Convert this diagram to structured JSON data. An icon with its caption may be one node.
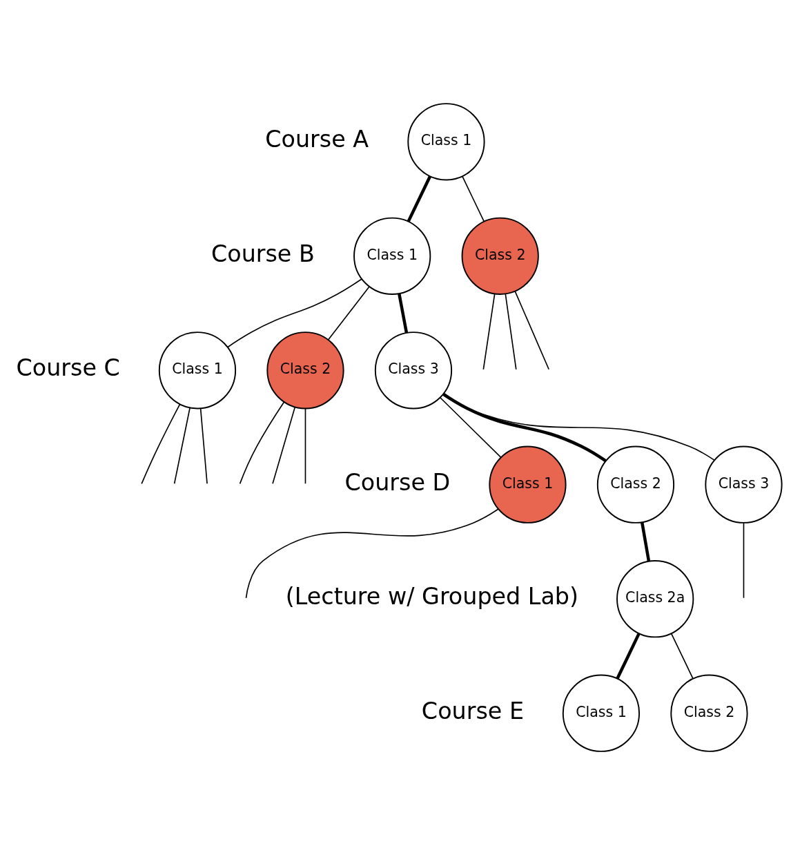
{
  "diagram": {
    "nodes": [
      {
        "text": [
          "Class 1"
        ]
      },
      {
        "text": [
          "Class 1"
        ]
      },
      {
        "text": [
          "Class 2"
        ]
      },
      {
        "text": [
          "Class 1"
        ]
      },
      {
        "text": [
          "Class 2"
        ]
      },
      {
        "text": [
          "Class 3"
        ]
      },
      {
        "text": [
          "Class 1"
        ]
      },
      {
        "text": [
          "Class 2"
        ]
      },
      {
        "text": [
          "Class 3"
        ]
      },
      {
        "text": [
          "Class 2a"
        ]
      },
      {
        "text": [
          "Class 1"
        ]
      },
      {
        "text": [
          "Class 2"
        ]
      }
    ],
    "edges": [
      {
        "from": 0,
        "to": 1,
        "arrow": "none",
        "style": "thick"
      },
      {
        "from": 0,
        "to": 2,
        "arrow": "none"
      },
      {
        "from": 1,
        "to": 3,
        "arrow": "none"
      },
      {
        "from": 1,
        "to": 4,
        "arrow": "none"
      },
      {
        "from": 1,
        "to": 5,
        "arrow": "none",
        "style": "thick"
      },
      {
        "from": 2,
        "to": null,
        "arrow": "none"
      },
      {
        "from": 2,
        "to": null,
        "arrow": "none"
      },
      {
        "from": 2,
        "to": null,
        "arrow": "none"
      },
      {
        "from": 3,
        "to": null,
        "arrow": "none"
      },
      {
        "from": 3,
        "to": null,
        "arrow": "none"
      },
      {
        "from": 3,
        "to": null,
        "arrow": "none"
      },
      {
        "from": 4,
        "to": null,
        "arrow": "none"
      },
      {
        "from": 4,
        "to": null,
        "arrow": "none"
      },
      {
        "from": 4,
        "to": null,
        "arrow": "none"
      },
      {
        "from": 5,
        "to": 6,
        "arrow": "none"
      },
      {
        "from": 5,
        "to": 7,
        "arrow": "none",
        "style": "thick"
      },
      {
        "from": 5,
        "to": 8,
        "arrow": "none"
      },
      {
        "from": 6,
        "to": null,
        "arrow": "none"
      },
      {
        "from": 8,
        "to": null,
        "arrow": "none"
      },
      {
        "from": 7,
        "to": 9,
        "arrow": "none",
        "style": "thick"
      },
      {
        "from": 9,
        "to": 10,
        "arrow": "none",
        "style": "thick"
      },
      {
        "from": 9,
        "to": 11,
        "arrow": "none"
      }
    ],
    "labels": [
      "Course A",
      "Course B",
      "Course C",
      "Course D",
      "(Lecture w/ Grouped Lab)",
      "Course E"
    ]
  }
}
